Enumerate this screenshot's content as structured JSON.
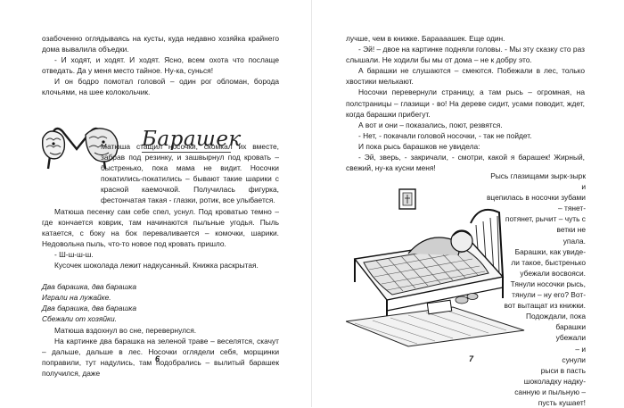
{
  "left_page": {
    "top_paragraphs": [
      "озабоченно оглядываясь на кусты, куда недавно хозяйка крайнего дома вывалила объедки.",
      "- И ходят, и ходят. И ходят. Ясно, всем охота что послаще отведать. Да у меня место тайное. Ну-ка, сунься!",
      "И он бодро помотал головой – один рог обломан, борода клочьями, на шее колокольчик."
    ],
    "chapter_title": "Барашек",
    "chapter_paragraphs": [
      "Матюша стащил носочки, скомкал их вместе, забрав под резинку, и зашвырнул под кровать – быстренько, пока мама не видит. Носочки покатились-покатились – бывают такие шарики с красной каемочкой. Получилась фигурка, фестончатая такая - глазки, ротик, все улыбается.",
      "Матюша песенку сам себе спел, уснул. Под кроватью темно – где кончается коврик, там начинаются пыльные угодья. Пыль катается, с боку на бок переваливается – комочки, шарики. Недовольна пыль, что-то новое под кровать пришло.",
      "- Ш-ш-ш-ш.",
      "Кусочек шоколада лежит надкусанный. Книжка раскрытая."
    ],
    "poem_lines": [
      "Два барашка, два барашка",
      "Играли на лужайке.",
      "Два барашка, два барашка",
      "Сбежали от хозяйки."
    ],
    "after_poem": [
      "Матюша вздохнул во сне, перевернулся.",
      "На картинке два барашка на зеленой траве – веселятся, скачут – дальше, дальше в лес. Носочки оглядели себя, морщинки поправили, тут надулись, там подобрались – вылитый барашек получился, даже"
    ],
    "page_number": "6"
  },
  "right_page": {
    "paragraphs": [
      "лучше, чем в книжке. Бараааашек. Еще один.",
      "- Эй! – двое на картинке подняли головы. - Мы эту сказку сто раз слышали. Не ходили бы мы от дома – не к добру это.",
      "А барашки не слушаются – смеются. Побежали в лес, только хвостики мелькают.",
      "Носочки перевернули страницу, а там рысь – огромная, на полстраницы – глазищи - во! На дереве сидит, усами поводит, ждет, когда барашки прибегут.",
      "А вот и они – показались, поют, резвятся.",
      "- Нет, - покачали головой носочки, - так не пойдет.",
      "И пока рысь барашков не увидела:",
      "- Эй, зверь, - закричали, - смотри, какой я барашек! Жирный, свежий, ну-ка кусни меня!"
    ],
    "side_lines": [
      "Рысь глазищами зырк-зырк и",
      "вцепилась в носочки зубами – тянет-",
      "потянет, рычит – чуть с ветки не",
      "упала.",
      "Барашки, как увиде-",
      "ли такое, быстренько",
      "убежали восвояси.",
      "Тянули носочки рысь,",
      "тянули – ну его? Вот-",
      "вот вытащат из книжки.",
      "Подождали, пока",
      "барашки",
      "убежали",
      "–          и",
      "сунули",
      "рыси в пасть",
      "шоколадку надку-",
      "санную и пыльную –",
      "пусть кушает!"
    ],
    "page_number": "7"
  }
}
